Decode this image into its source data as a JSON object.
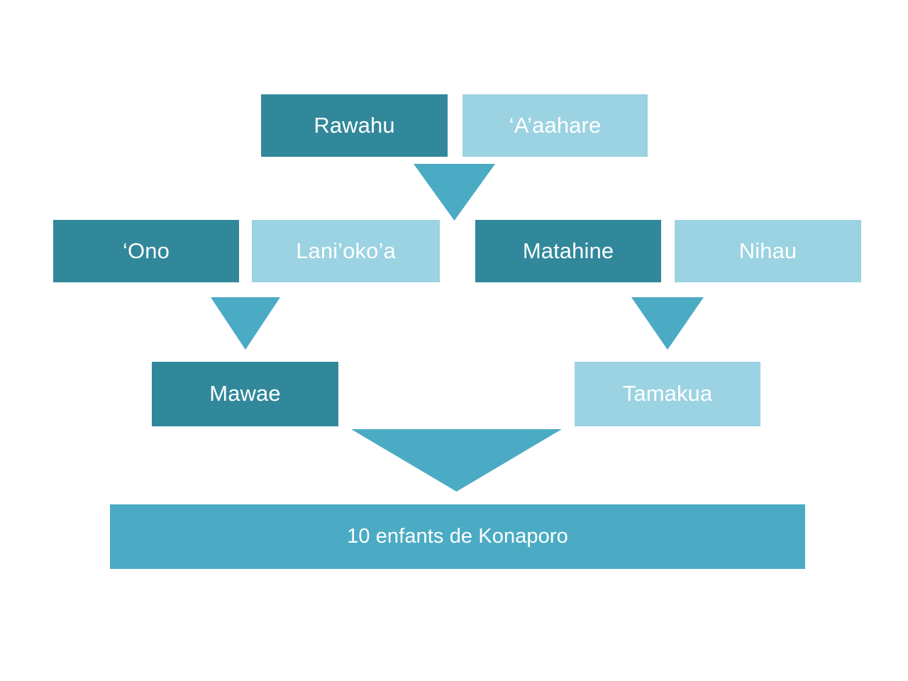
{
  "diagram": {
    "type": "genealogy-chart",
    "background_color": "#ffffff",
    "colors": {
      "dark_teal": "#31889a",
      "light_blue": "#9bd3e2",
      "medium_teal": "#4cabc4",
      "text": "#ffffff"
    },
    "generations": [
      {
        "id": "generation-1",
        "nodes": [
          {
            "label": "Rawahu",
            "tone": "dark"
          },
          {
            "label": "‘A’aahare",
            "tone": "light"
          }
        ]
      },
      {
        "id": "generation-2",
        "nodes": [
          {
            "label": "‘Ono",
            "tone": "dark"
          },
          {
            "label": "Lani’oko’a",
            "tone": "light"
          },
          {
            "label": "Matahine",
            "tone": "dark"
          },
          {
            "label": "Nihau",
            "tone": "light"
          }
        ]
      },
      {
        "id": "generation-3",
        "nodes": [
          {
            "label": "Mawae",
            "tone": "dark"
          },
          {
            "label": "Tamakua",
            "tone": "light"
          }
        ]
      }
    ],
    "summary": {
      "label": "10 enfants de Konaporo",
      "count": 10,
      "tone": "medium"
    },
    "connectors": [
      {
        "id": "connector-gen1-to-gen2",
        "from": "generation-1",
        "to": "generation-2"
      },
      {
        "id": "connector-ono-to-mawae",
        "from": "generation-2",
        "to": "generation-3"
      },
      {
        "id": "connector-matahine-to-tamakua",
        "from": "generation-2",
        "to": "generation-3"
      },
      {
        "id": "connector-gen3-to-summary",
        "from": "generation-3",
        "to": "summary"
      }
    ]
  }
}
